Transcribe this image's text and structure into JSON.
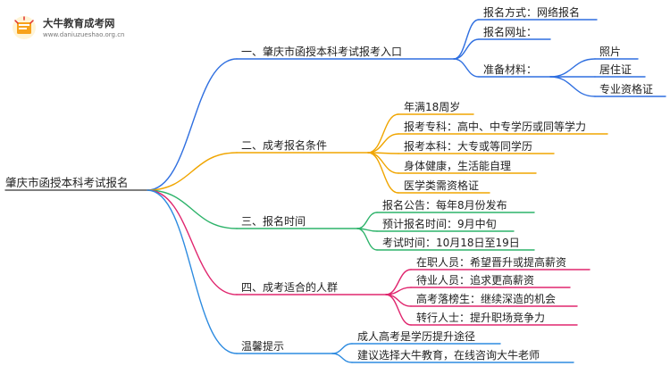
{
  "logo": {
    "name": "大牛教育成考网",
    "url": "www.daniuzueshao.org.cn"
  },
  "root": "肇庆市函授本科考试报名",
  "branches": [
    {
      "label": "一、肇庆市函授本科考试报考入口",
      "color": "#2f6fe0",
      "children": [
        {
          "label": "报名方式：网络报名"
        },
        {
          "label": "报名网址："
        },
        {
          "label": "准备材料：",
          "children": [
            "照片",
            "居住证",
            "专业资格证"
          ]
        }
      ]
    },
    {
      "label": "二、成考报名条件",
      "color": "#f0a500",
      "children": [
        {
          "label": "年满18周岁"
        },
        {
          "label": "报考专科：高中、中专学历或同等学力"
        },
        {
          "label": "报考本科：大专或等同学历"
        },
        {
          "label": "身体健康，生活能自理"
        },
        {
          "label": "医学类需资格证"
        }
      ]
    },
    {
      "label": "三、报名时间",
      "color": "#2db36a",
      "children": [
        {
          "label": "报名公告：每年8月份发布"
        },
        {
          "label": "预计报名时间：9月中旬"
        },
        {
          "label": "考试时间：10月18日至19日"
        }
      ]
    },
    {
      "label": "四、成考适合的人群",
      "color": "#e0266e",
      "children": [
        {
          "label": "在职人员：希望晋升或提高薪资"
        },
        {
          "label": "待业人员：追求更高薪资"
        },
        {
          "label": "高考落榜生：继续深造的机会"
        },
        {
          "label": "转行人士：提升职场竞争力"
        }
      ]
    },
    {
      "label": "温馨提示",
      "color": "#2d8be0",
      "children": [
        {
          "label": "成人高考是学历提升途径"
        },
        {
          "label": "建议选择大牛教育，在线咨询大牛老师"
        }
      ]
    }
  ]
}
